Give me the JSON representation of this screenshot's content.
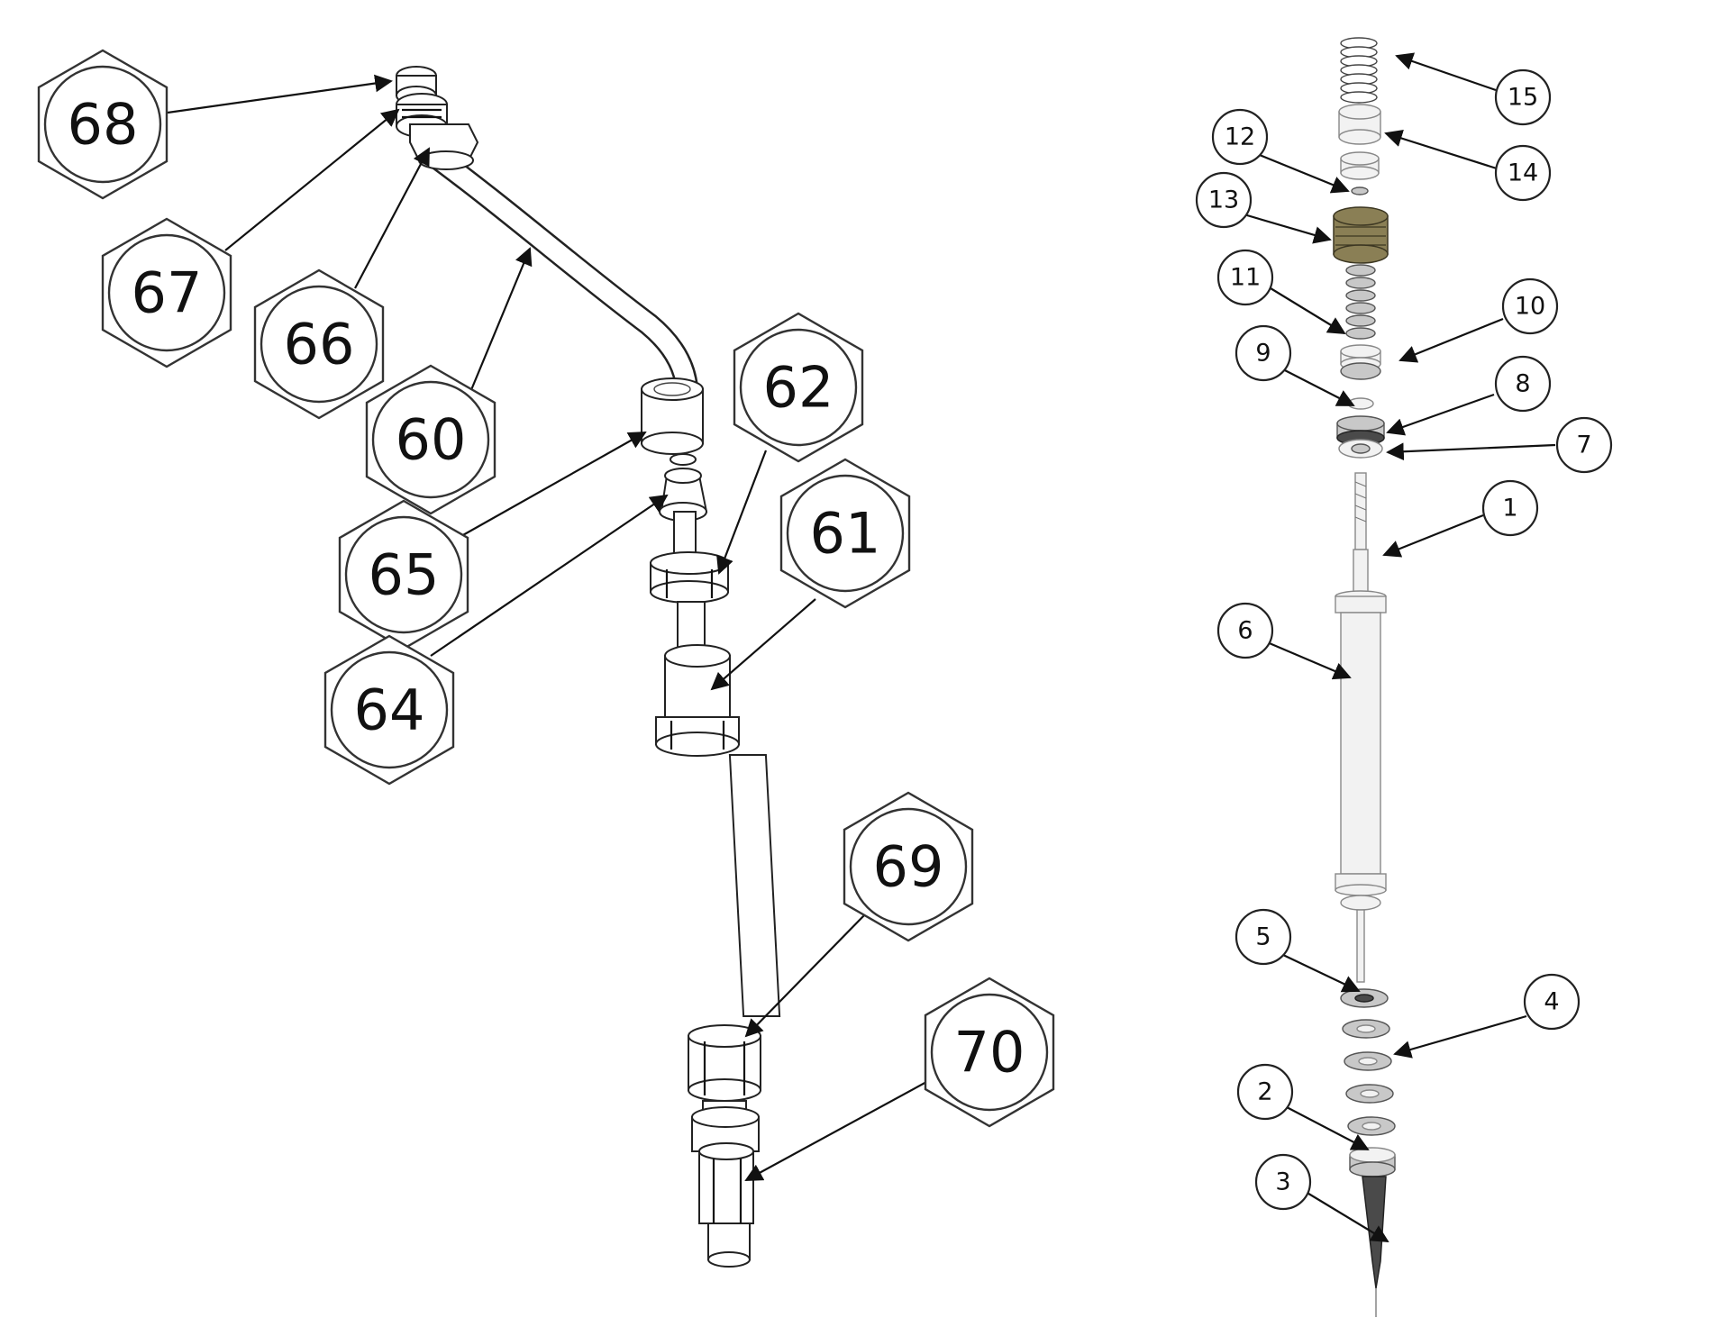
{
  "hex_callouts": [
    {
      "id": "68",
      "label": "68"
    },
    {
      "id": "67",
      "label": "67"
    },
    {
      "id": "66",
      "label": "66"
    },
    {
      "id": "60",
      "label": "60"
    },
    {
      "id": "62",
      "label": "62"
    },
    {
      "id": "61",
      "label": "61"
    },
    {
      "id": "65",
      "label": "65"
    },
    {
      "id": "64",
      "label": "64"
    },
    {
      "id": "69",
      "label": "69"
    },
    {
      "id": "70",
      "label": "70"
    }
  ],
  "circle_callouts": [
    {
      "id": "15",
      "label": "15"
    },
    {
      "id": "14",
      "label": "14"
    },
    {
      "id": "12",
      "label": "12"
    },
    {
      "id": "13",
      "label": "13"
    },
    {
      "id": "11",
      "label": "11"
    },
    {
      "id": "10",
      "label": "10"
    },
    {
      "id": "9",
      "label": "9"
    },
    {
      "id": "8",
      "label": "8"
    },
    {
      "id": "7",
      "label": "7"
    },
    {
      "id": "1",
      "label": "1"
    },
    {
      "id": "6",
      "label": "6"
    },
    {
      "id": "5",
      "label": "5"
    },
    {
      "id": "4",
      "label": "4"
    },
    {
      "id": "2",
      "label": "2"
    },
    {
      "id": "3",
      "label": "3"
    }
  ],
  "colors": {
    "line": "#111111",
    "background": "#ffffff",
    "seat_olive": "#8a7f55",
    "needle_dark": "#4a4a4a"
  }
}
